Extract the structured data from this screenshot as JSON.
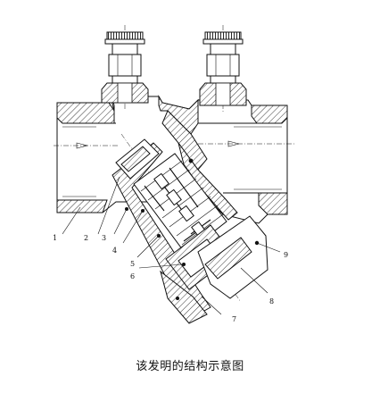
{
  "caption": "该发明的结构示意图",
  "part_numbers": [
    "1",
    "2",
    "3",
    "4",
    "5",
    "6",
    "7",
    "8",
    "9"
  ]
}
